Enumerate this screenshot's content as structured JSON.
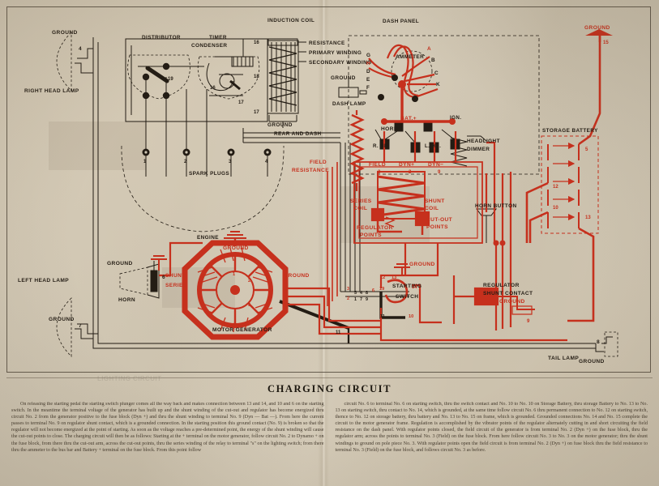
{
  "caption": {
    "title": "CHARGING CIRCUIT",
    "col1": "On releasing the starting pedal the starting switch plunger comes all the way back and makes connection between 13 and 14, and 10 and 6 on the starting switch. In the meantime the terminal voltage of the generator has built up and the shunt winding of the cut-out and regulator has become energized thru circuit No. 2 from the generator positive to the fuse block (Dyn +) and thru the shunt winding to terminal No. 9 (Dyn — Bat —). From here the current passes to terminal No. 9 on regulator shunt contact, which is a grounded connection. In the starting position this ground contact (No. 9) is broken so that the regulator will not become energized at the point of starting. As soon as the voltage reaches a pre-determined point, the energy of the shunt winding will cause the cut-out points to close. The charging circuit will then be as follows: Starting at the + terminal on the motor generator, follow circuit No. 2 to Dynamo + on the fuse block, from there thru the cut-out arm, across the cut-out points, thru the series winding of the relay to terminal \"s\" on the lighting switch; from there thru the ammeter to the bus bar and Battery + terminal on the fuse block. From this point follow",
    "col2": "circuit No. 6 to terminal No. 6 on starting switch, thru the switch contact and No. 10 to No. 10 on Storage Battery, thru storage Battery to No. 13 to No. 13 on starting switch, thru contact to No. 14, which is grounded, at the same time follow circuit No. 6 thru permanent connection to No. 12 on starting switch, thence to No. 12 on storage battery, thru battery and No. 13 to No. 15 on frame, which is grounded. Grounded connections No. 14 and No. 15 complete the circuit to the motor generator frame. Regulation is accomplished by the vibrator points of the regulator alternately cutting in and short circuiting the field resistance on the dash panel. With regulator points closed, the field circuit of the generator is from terminal No. 2 (Dyn +) on the fuse block, thru the regulator arm; across the points to terminal No. 3 (Field) on the fuse block. From here follow circuit No. 3 to No. 3 on the motor generator; thru the shunt windings to ground on pole piece No. 3. With regulator points open the field circuit is from terminal No. 2 (Dyn +) on fuse block thru the field resistance to terminal No. 3 (Field) on the fuse block, and follows circuit No. 3 as before."
  },
  "colors": {
    "red": "#c6301d",
    "black": "#231c14",
    "paper": "#d0c7b4"
  },
  "labels": {
    "right_head_lamp": "RIGHT HEAD LAMP",
    "left_head_lamp": "LEFT HEAD LAMP",
    "tail_lamp": "TAIL LAMP",
    "distributor": "DISTRIBUTOR",
    "condenser": "CONDENSER",
    "timer": "TIMER",
    "induction_coil": "INDUCTION COIL",
    "resistance": "RESISTANCE",
    "primary_winding": "PRIMARY WINDING",
    "secondary_winding": "SECONDARY WINDING",
    "rear_and_dash": "REAR AND DASH",
    "spark_plugs": "SPARK PLUGS",
    "engine": "ENGINE",
    "dash_panel": "DASH PANEL",
    "dash_lamp": "DASH LAMP",
    "ammeter": "AMMETER",
    "horn": "HORN",
    "horn_button": "HORN BUTTON",
    "headlight_dimmer_1": "HEADLIGHT",
    "headlight_dimmer_2": "DIMMER",
    "storage_battery": "STORAGE BATTERY",
    "motor_generator": "MOTOR GENERATOR",
    "starting_switch_1": "STARTING",
    "starting_switch_2": "SWITCH",
    "regulator_shunt_1": "REGULATOR",
    "regulator_shunt_2": "SHUNT CONTACT",
    "field_resistance_1": "FIELD",
    "field_resistance_2": "RESISTANCE",
    "series_coil_1": "SERIES",
    "series_coil_2": "COIL",
    "shunt_coil_1": "SHUNT",
    "shunt_coil_2": "COIL",
    "cutout_points_1": "CUT-OUT",
    "cutout_points_2": "POINTS",
    "regulator_points_1": "REGULATOR",
    "regulator_points_2": "POINTS",
    "shunt": "SHUNT",
    "series": "SERIES",
    "ground": "GROUND",
    "bat_plus": "BAT.+",
    "r_hd": "R. HD.",
    "l_hd": "L. HD.",
    "ign": "IGN.",
    "field_t": "FIELD",
    "dyn_plus": "DYN+",
    "dyn_minus": "DYN−"
  },
  "terminals": {
    "right_lamp": "4",
    "left_lamp": "7",
    "horn": "6",
    "tail_lamp": "8",
    "ground_top_right": "15",
    "distributor": "19",
    "timer_a": "16",
    "timer_b": "17",
    "coil_a": "16",
    "coil_b": "18",
    "coil_c": "17",
    "fuse_field": "3",
    "fuse_dyn_plus": "2",
    "fuse_dyn_minus": "9",
    "battery_a": "5",
    "battery_b": "12",
    "battery_c": "10",
    "battery_d": "13",
    "start_a": "12",
    "start_b": "13",
    "start_c": "14",
    "start_d": "11",
    "start_e": "10",
    "start_f": "19",
    "reg_shunt": "9",
    "mg_a": "1",
    "mg_b": "2",
    "mg_c": "3",
    "mg_d": "11"
  },
  "dash_terminals": {
    "left": [
      "G",
      "H",
      "D",
      "E",
      "F"
    ],
    "right": [
      "A",
      "B",
      "C",
      "K"
    ]
  },
  "spark_plugs": [
    "1",
    "2",
    "3",
    "4"
  ],
  "fuse_block_numbers": [
    "3",
    "2",
    "9"
  ],
  "bottom_bus_numbers": [
    "3",
    "5",
    "4",
    "8",
    "6"
  ],
  "bottom_bus_numbers2": [
    "2",
    "1",
    "7",
    "9"
  ]
}
